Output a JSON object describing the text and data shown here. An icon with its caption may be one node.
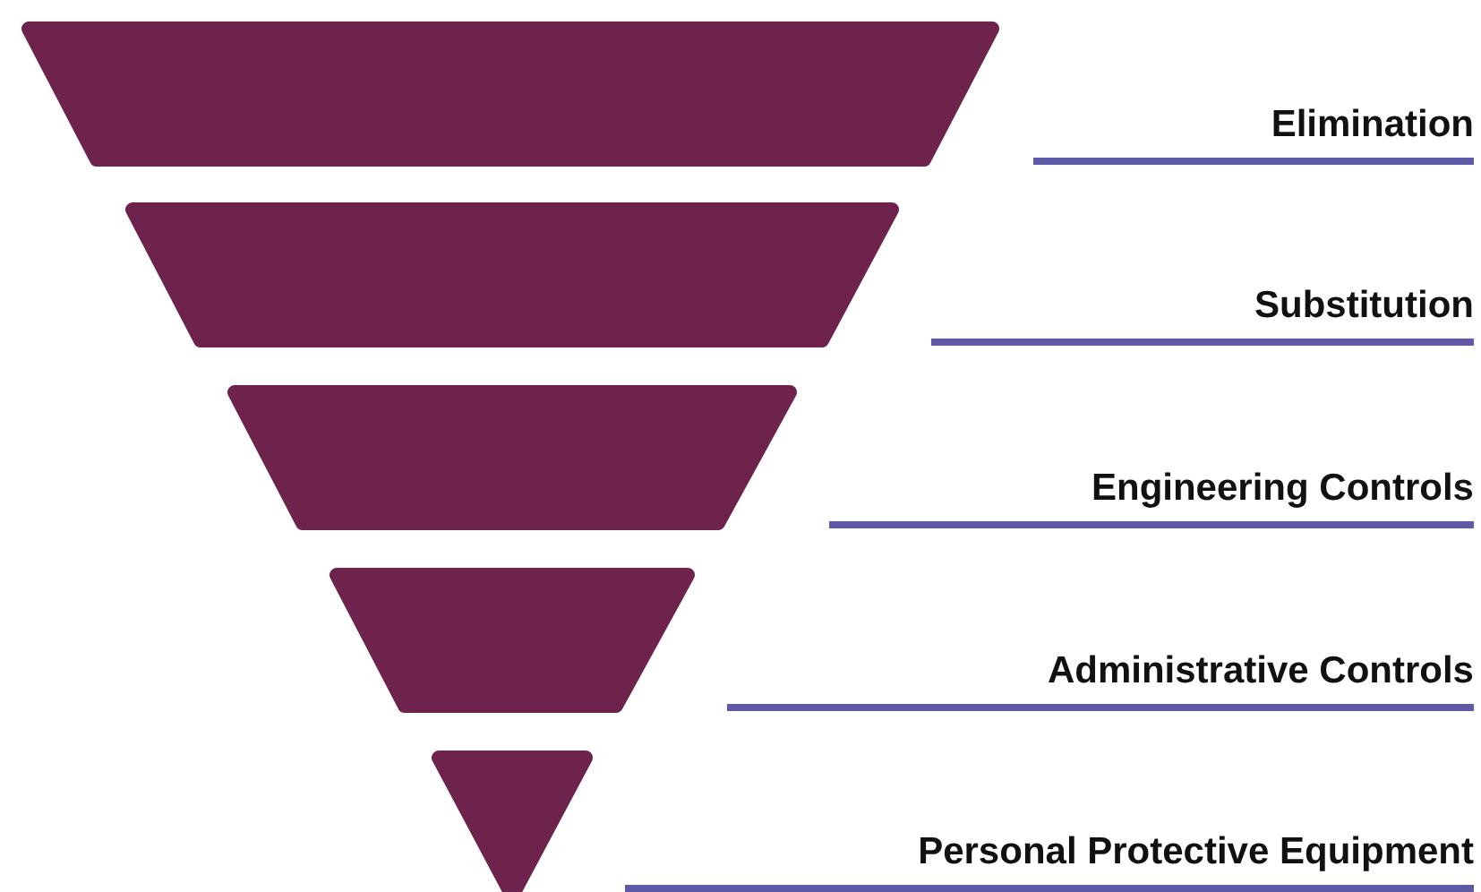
{
  "diagram": {
    "nodes": [
      {
        "text": [],
        "shape": "trapezoid"
      },
      {
        "text": [],
        "shape": "trapezoid"
      },
      {
        "text": [],
        "shape": "trapezoid"
      },
      {
        "text": [],
        "shape": "trapezoid"
      },
      {
        "text": [],
        "shape": "triangle"
      }
    ],
    "labels": [
      "Elimination",
      "Substitution",
      "Engineering Controls",
      "Administrative Controls",
      "Personal Protective Equipment"
    ]
  }
}
